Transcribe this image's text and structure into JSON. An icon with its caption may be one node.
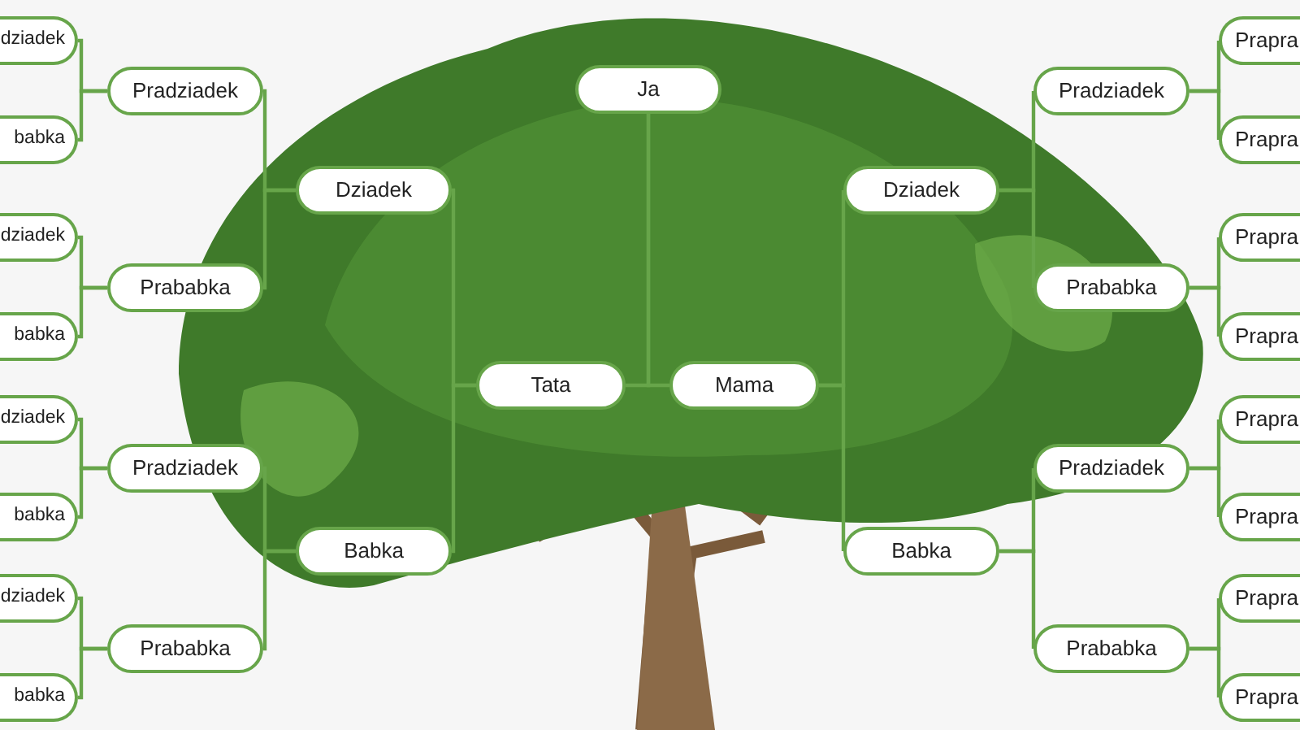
{
  "diagram": {
    "nodes": [
      {
        "text": [
          "Ja"
        ]
      },
      {
        "text": [
          "Tata"
        ]
      },
      {
        "text": [
          "Mama"
        ]
      },
      {
        "text": [
          "Dziadek"
        ]
      },
      {
        "text": [
          "Babka"
        ]
      },
      {
        "text": [
          "Dziadek"
        ]
      },
      {
        "text": [
          "Babka"
        ]
      },
      {
        "text": [
          "Pradziadek"
        ]
      },
      {
        "text": [
          "Prababka"
        ]
      },
      {
        "text": [
          "Pradziadek"
        ]
      },
      {
        "text": [
          "Prababka"
        ]
      },
      {
        "text": [
          "Pradziadek"
        ]
      },
      {
        "text": [
          "Prababka"
        ]
      },
      {
        "text": [
          "Pradziadek"
        ]
      },
      {
        "text": [
          "Prababka"
        ]
      },
      {
        "text": [
          "dziadek"
        ]
      },
      {
        "text": [
          "babka"
        ]
      },
      {
        "text": [
          "dziadek"
        ]
      },
      {
        "text": [
          "babka"
        ]
      },
      {
        "text": [
          "dziadek"
        ]
      },
      {
        "text": [
          "babka"
        ]
      },
      {
        "text": [
          "dziadek"
        ]
      },
      {
        "text": [
          "babka"
        ]
      },
      {
        "text": [
          "Prapra"
        ]
      },
      {
        "text": [
          "Prapra"
        ]
      },
      {
        "text": [
          "Prapra"
        ]
      },
      {
        "text": [
          "Prapra"
        ]
      },
      {
        "text": [
          "Prapra"
        ]
      },
      {
        "text": [
          "Prapra"
        ]
      },
      {
        "text": [
          "Prapra"
        ]
      },
      {
        "text": [
          "Prapra"
        ]
      }
    ],
    "edges": [
      {
        "from": 0,
        "to": 1,
        "arrow": "none"
      },
      {
        "from": 0,
        "to": 2,
        "arrow": "none"
      },
      {
        "from": 1,
        "to": 3,
        "arrow": "none"
      },
      {
        "from": 1,
        "to": 4,
        "arrow": "none"
      },
      {
        "from": 2,
        "to": 5,
        "arrow": "none"
      },
      {
        "from": 2,
        "to": 6,
        "arrow": "none"
      },
      {
        "from": 3,
        "to": 7,
        "arrow": "none"
      },
      {
        "from": 3,
        "to": 8,
        "arrow": "none"
      },
      {
        "from": 4,
        "to": 9,
        "arrow": "none"
      },
      {
        "from": 4,
        "to": 10,
        "arrow": "none"
      },
      {
        "from": 5,
        "to": 11,
        "arrow": "none"
      },
      {
        "from": 5,
        "to": 12,
        "arrow": "none"
      },
      {
        "from": 6,
        "to": 13,
        "arrow": "none"
      },
      {
        "from": 6,
        "to": 14,
        "arrow": "none"
      },
      {
        "from": 7,
        "to": 15,
        "arrow": "none"
      },
      {
        "from": 7,
        "to": 16,
        "arrow": "none"
      },
      {
        "from": 8,
        "to": 17,
        "arrow": "none"
      },
      {
        "from": 8,
        "to": 18,
        "arrow": "none"
      },
      {
        "from": 9,
        "to": 19,
        "arrow": "none"
      },
      {
        "from": 9,
        "to": 20,
        "arrow": "none"
      },
      {
        "from": 10,
        "to": 21,
        "arrow": "none"
      },
      {
        "from": 10,
        "to": 22,
        "arrow": "none"
      },
      {
        "from": 11,
        "to": 23,
        "arrow": "none"
      },
      {
        "from": 11,
        "to": 24,
        "arrow": "none"
      },
      {
        "from": 12,
        "to": 25,
        "arrow": "none"
      },
      {
        "from": 12,
        "to": 26,
        "arrow": "none"
      },
      {
        "from": 13,
        "to": 27,
        "arrow": "none"
      },
      {
        "from": 13,
        "to": 28,
        "arrow": "none"
      },
      {
        "from": 14,
        "to": 29,
        "arrow": "none"
      },
      {
        "from": 14,
        "to": 30,
        "arrow": "none"
      }
    ]
  }
}
